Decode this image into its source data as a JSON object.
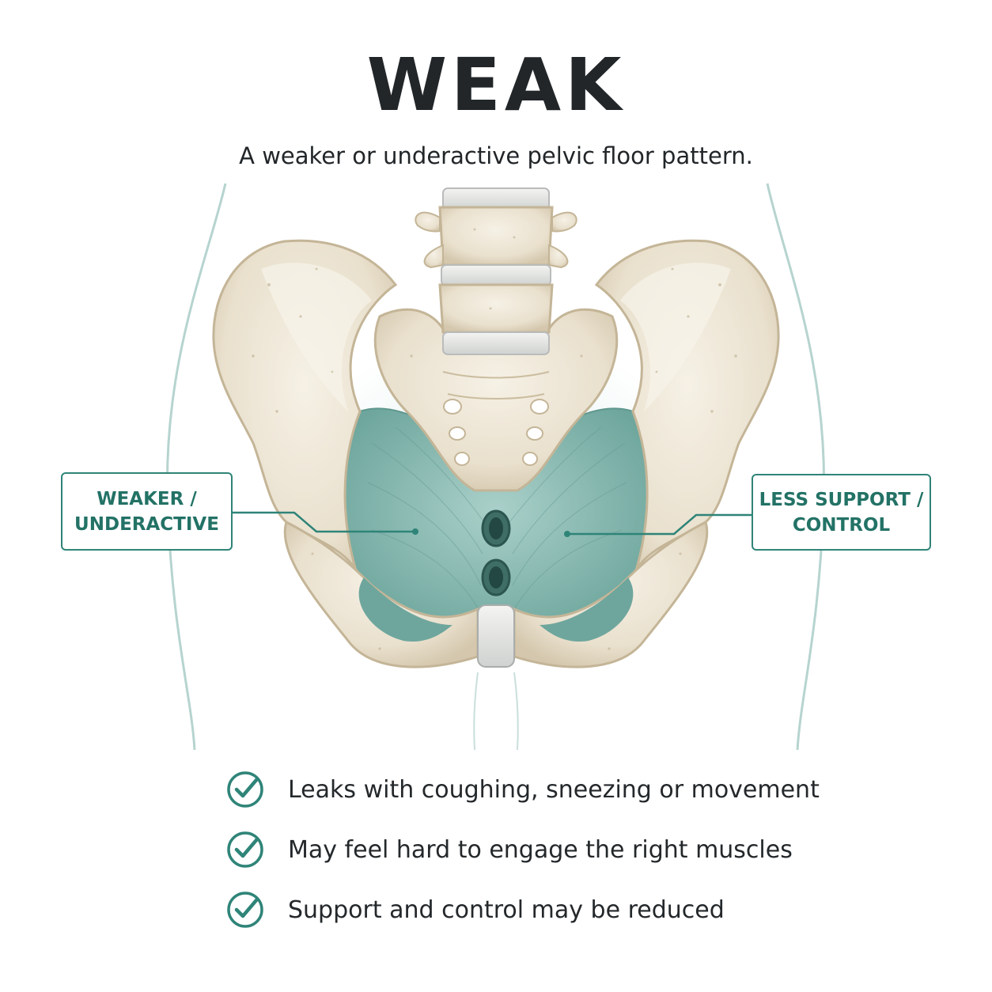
{
  "header": {
    "title": "WEAK",
    "subtitle": "A weaker or underactive pelvic floor pattern."
  },
  "callouts": {
    "left": {
      "line1": "WEAKER /",
      "line2": "UNDERACTIVE"
    },
    "right": {
      "line1": "LESS SUPPORT /",
      "line2": "CONTROL"
    }
  },
  "checklist": {
    "icon": "check-circle-icon",
    "items": [
      {
        "text": "Leaks with coughing, sneezing or movement"
      },
      {
        "text": "May feel hard to engage the right muscles"
      },
      {
        "text": "Support and control may be reduced"
      }
    ]
  },
  "colors": {
    "accent": "#2f8478",
    "muscle": "#7fb5ad",
    "bone": "#ece4d4",
    "text": "#222629"
  }
}
